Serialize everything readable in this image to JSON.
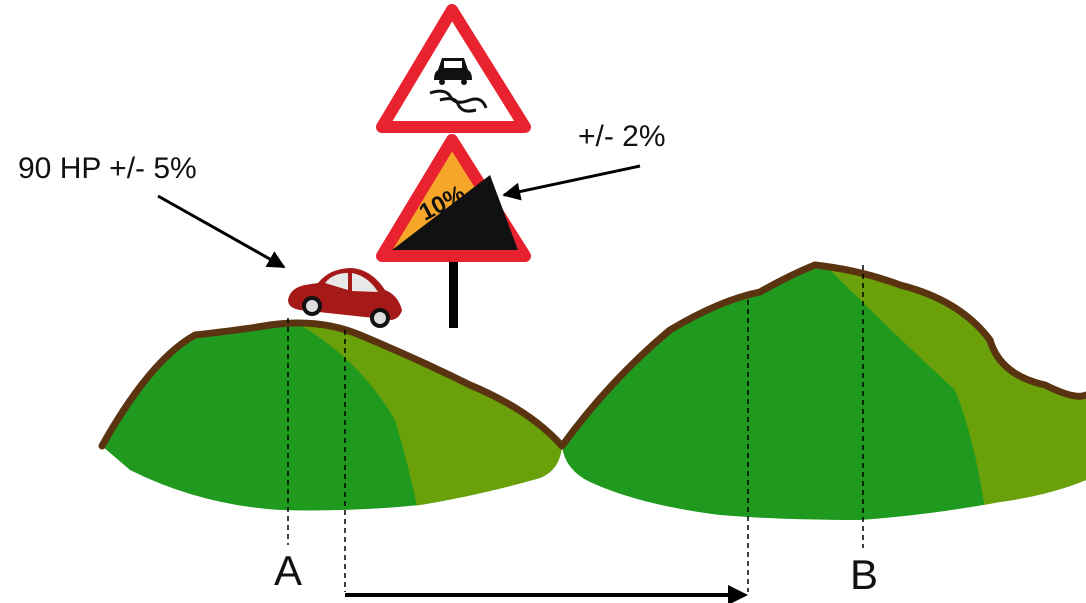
{
  "labels": {
    "power": "90 HP +/- 5%",
    "grade_tolerance": "+/- 2%",
    "sign_grade": "10%",
    "point_a": "A",
    "point_b": "B"
  },
  "colors": {
    "hill_dark": "#1f9a1f",
    "hill_light": "#6aa10a",
    "hill_outline": "#5a3411",
    "sign_red": "#e8222e",
    "sign_yellow": "#f6a72a",
    "car_body": "#a51919",
    "arrow": "#000000"
  },
  "icons": {
    "warning_sign": "slippery-road-sign-icon",
    "grade_sign": "steep-grade-sign-icon",
    "car": "car-icon"
  }
}
